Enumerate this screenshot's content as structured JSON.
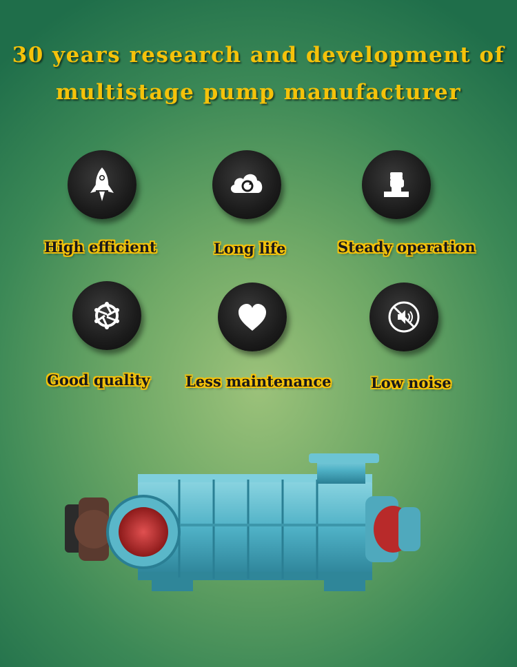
{
  "headline": {
    "line1": "30 years research and development of",
    "line2": "multistage pump manufacturer"
  },
  "features": [
    {
      "label": "High efficient",
      "icon": "rocket-icon"
    },
    {
      "label": "Long life",
      "icon": "cloud-refresh-icon"
    },
    {
      "label": "Steady operation",
      "icon": "raised-fist-icon"
    },
    {
      "label": "Good quality",
      "icon": "aperture-icon"
    },
    {
      "label": "Less maintenance",
      "icon": "heart-icon"
    },
    {
      "label": "Low noise",
      "icon": "mute-speaker-icon"
    }
  ],
  "colors": {
    "headline_text": "#f5c20a",
    "label_outline": "#f5c20a",
    "icon_circle": "#1b1b1b",
    "pump_body": "#5ab7c9",
    "pump_inlet": "#c0282a"
  }
}
